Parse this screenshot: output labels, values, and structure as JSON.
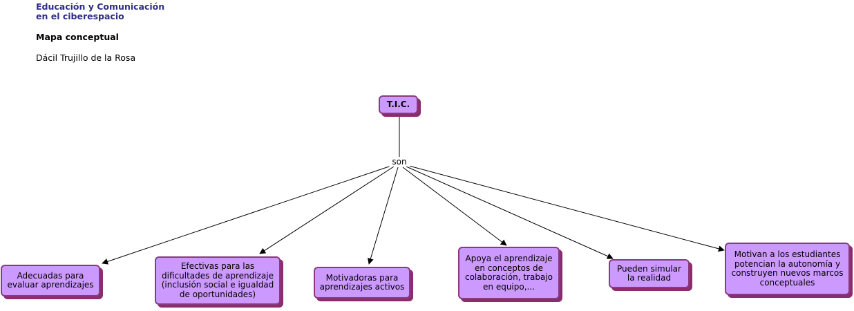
{
  "header": {
    "title": "Educación y Comunicación\nen el ciberespacio",
    "subtitle": "Mapa conceptual",
    "author": "Dácil Trujillo de la Rosa"
  },
  "map": {
    "root": "T.I.C.",
    "linking_phrase": "son",
    "concepts": [
      "Adecuadas para\nevaluar aprendizajes",
      "Efectivas para las\ndificultades de aprendizaje\n(inclusión social e igualdad\nde oportunidades)",
      "Motivadoras para\naprendizajes activos",
      "Apoya el aprendizaje\nen conceptos de\ncolaboración, trabajo\nen equipo,...",
      "Pueden simular\nla realidad",
      "Motivan a los estudiantes\npotencian la autonomía y\nconstruyen nuevos marcos\nconceptuales"
    ]
  },
  "colors": {
    "node_fill": "#cc99ff",
    "node_border": "#8a3a7c",
    "node_shadow": "#8a2d6e",
    "header_title": "#2e2e85"
  }
}
